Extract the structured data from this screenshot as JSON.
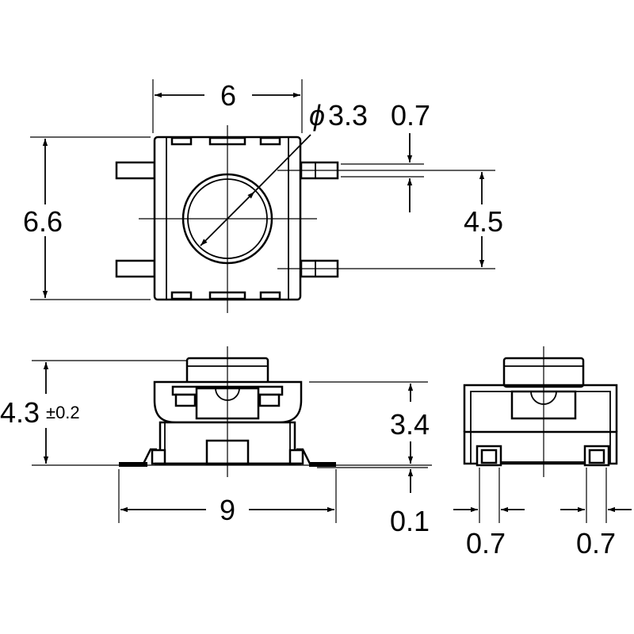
{
  "drawing": {
    "top_view": {
      "width_dim": "6",
      "height_dim": "6.6",
      "diameter_symbol": "ϕ",
      "diameter_value": "3.3",
      "terminal_width_dim": "0.7",
      "terminal_pitch_dim": "4.5"
    },
    "side_view": {
      "total_height_value": "4.3",
      "total_height_tolerance": "±0.2",
      "body_height_dim": "3.4",
      "standoff_dim": "0.1",
      "length_dim": "9"
    },
    "end_view": {
      "left_terminal_dim": "0.7",
      "right_terminal_dim": "0.7"
    }
  }
}
